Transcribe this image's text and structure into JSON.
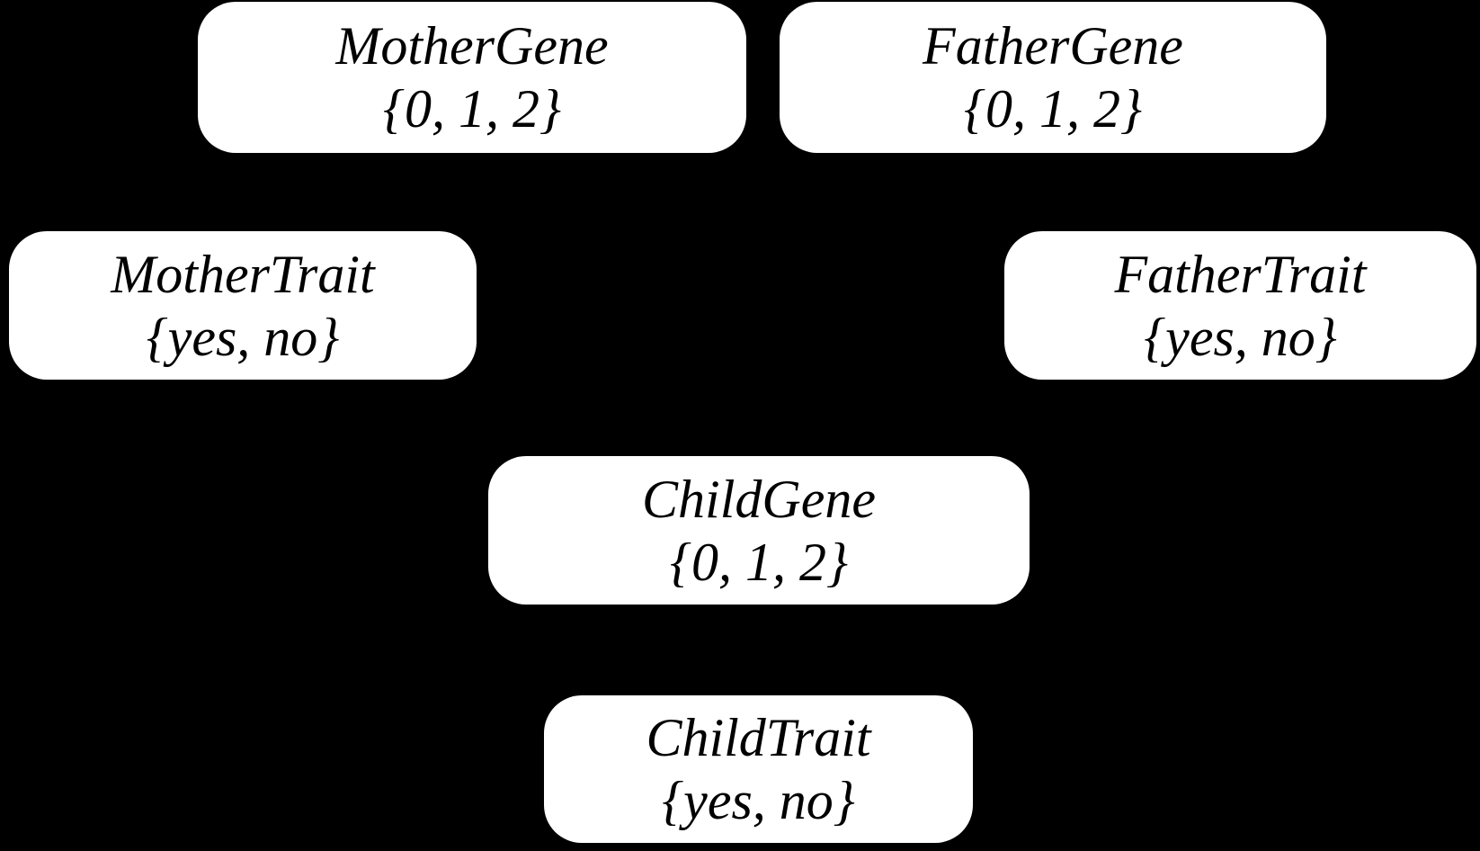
{
  "diagram": {
    "kind": "bayesian-network-node-diagram",
    "background_color": "#000000",
    "node_fill_color": "#ffffff",
    "node_text_color": "#000000",
    "edges_visible": false
  },
  "nodes": [
    {
      "name": "MotherGene",
      "domain": "{0, 1, 2}"
    },
    {
      "name": "FatherGene",
      "domain": "{0, 1, 2}"
    },
    {
      "name": "MotherTrait",
      "domain": "{yes, no}"
    },
    {
      "name": "FatherTrait",
      "domain": "{yes, no}"
    },
    {
      "name": "ChildGene",
      "domain": "{0, 1, 2}"
    },
    {
      "name": "ChildTrait",
      "domain": "{yes, no}"
    }
  ]
}
